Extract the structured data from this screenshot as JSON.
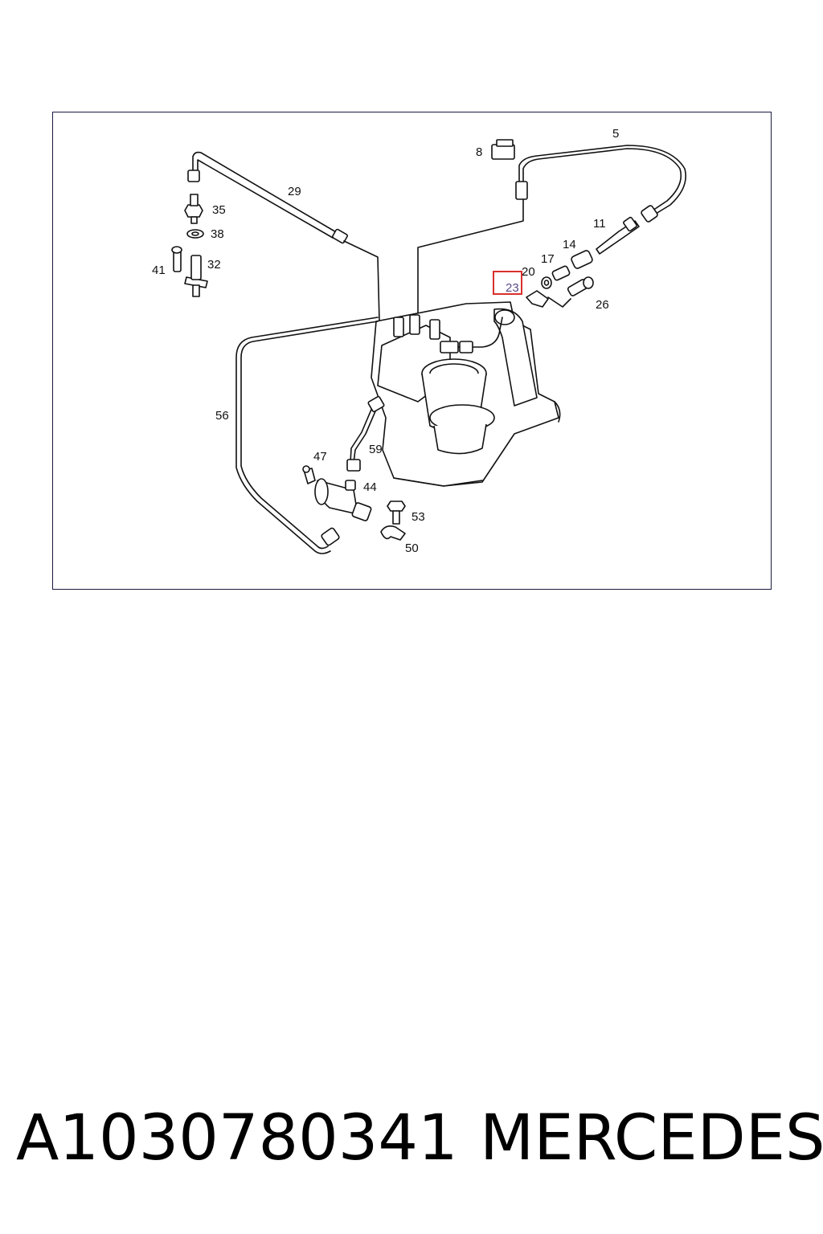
{
  "diagram": {
    "callouts": {
      "c5": "5",
      "c8": "8",
      "c11": "11",
      "c14": "14",
      "c17": "17",
      "c20": "20",
      "c23": "23",
      "c26": "26",
      "c29": "29",
      "c32": "32",
      "c35": "35",
      "c38": "38",
      "c41": "41",
      "c44": "44",
      "c47": "47",
      "c50": "50",
      "c53": "53",
      "c56": "56",
      "c59": "59"
    },
    "highlighted_callout": "23",
    "highlight_color": "#d9302c"
  },
  "caption": {
    "part_number": "A1030780341",
    "brand": "MERCEDES"
  }
}
